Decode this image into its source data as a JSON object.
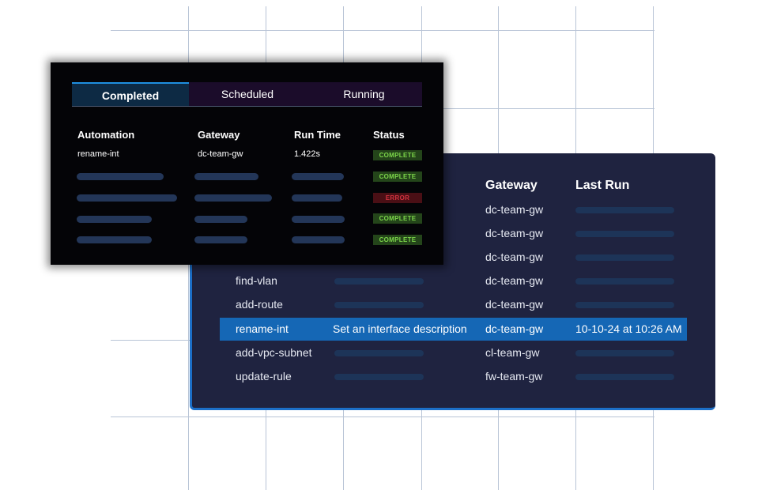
{
  "job_history": {
    "tabs": [
      {
        "label": "Completed"
      },
      {
        "label": "Scheduled"
      },
      {
        "label": "Running"
      }
    ],
    "columns": [
      "Automation",
      "Gateway",
      "Run Time",
      "Status"
    ],
    "rows": [
      {
        "automation": "rename-int",
        "gateway": "dc-team-gw",
        "run_time": "1.422s",
        "status": "COMPLETE"
      },
      {
        "status": "COMPLETE"
      },
      {
        "status": "ERROR"
      },
      {
        "status": "COMPLETE"
      },
      {
        "status": "COMPLETE"
      }
    ]
  },
  "automations": {
    "columns": {
      "gateway": "Gateway",
      "last_run": "Last Run"
    },
    "rows": [
      {
        "gateway": "dc-team-gw"
      },
      {
        "gateway": "dc-team-gw"
      },
      {
        "gateway": "dc-team-gw"
      },
      {
        "name": "find-vlan",
        "gateway": "dc-team-gw"
      },
      {
        "name": "add-route",
        "gateway": "dc-team-gw"
      },
      {
        "name": "rename-int",
        "description": "Set an interface description",
        "gateway": "dc-team-gw",
        "last_run": "10-10-24 at 10:26 AM",
        "selected": true
      },
      {
        "name": "add-vpc-subnet",
        "gateway": "cl-team-gw"
      },
      {
        "name": "update-rule",
        "gateway": "fw-team-gw"
      }
    ]
  },
  "colors": {
    "selected_row": "#1567b5",
    "accent_border": "#1c6fc8",
    "status_complete": "#7cd64a",
    "status_error": "#d2323f"
  }
}
